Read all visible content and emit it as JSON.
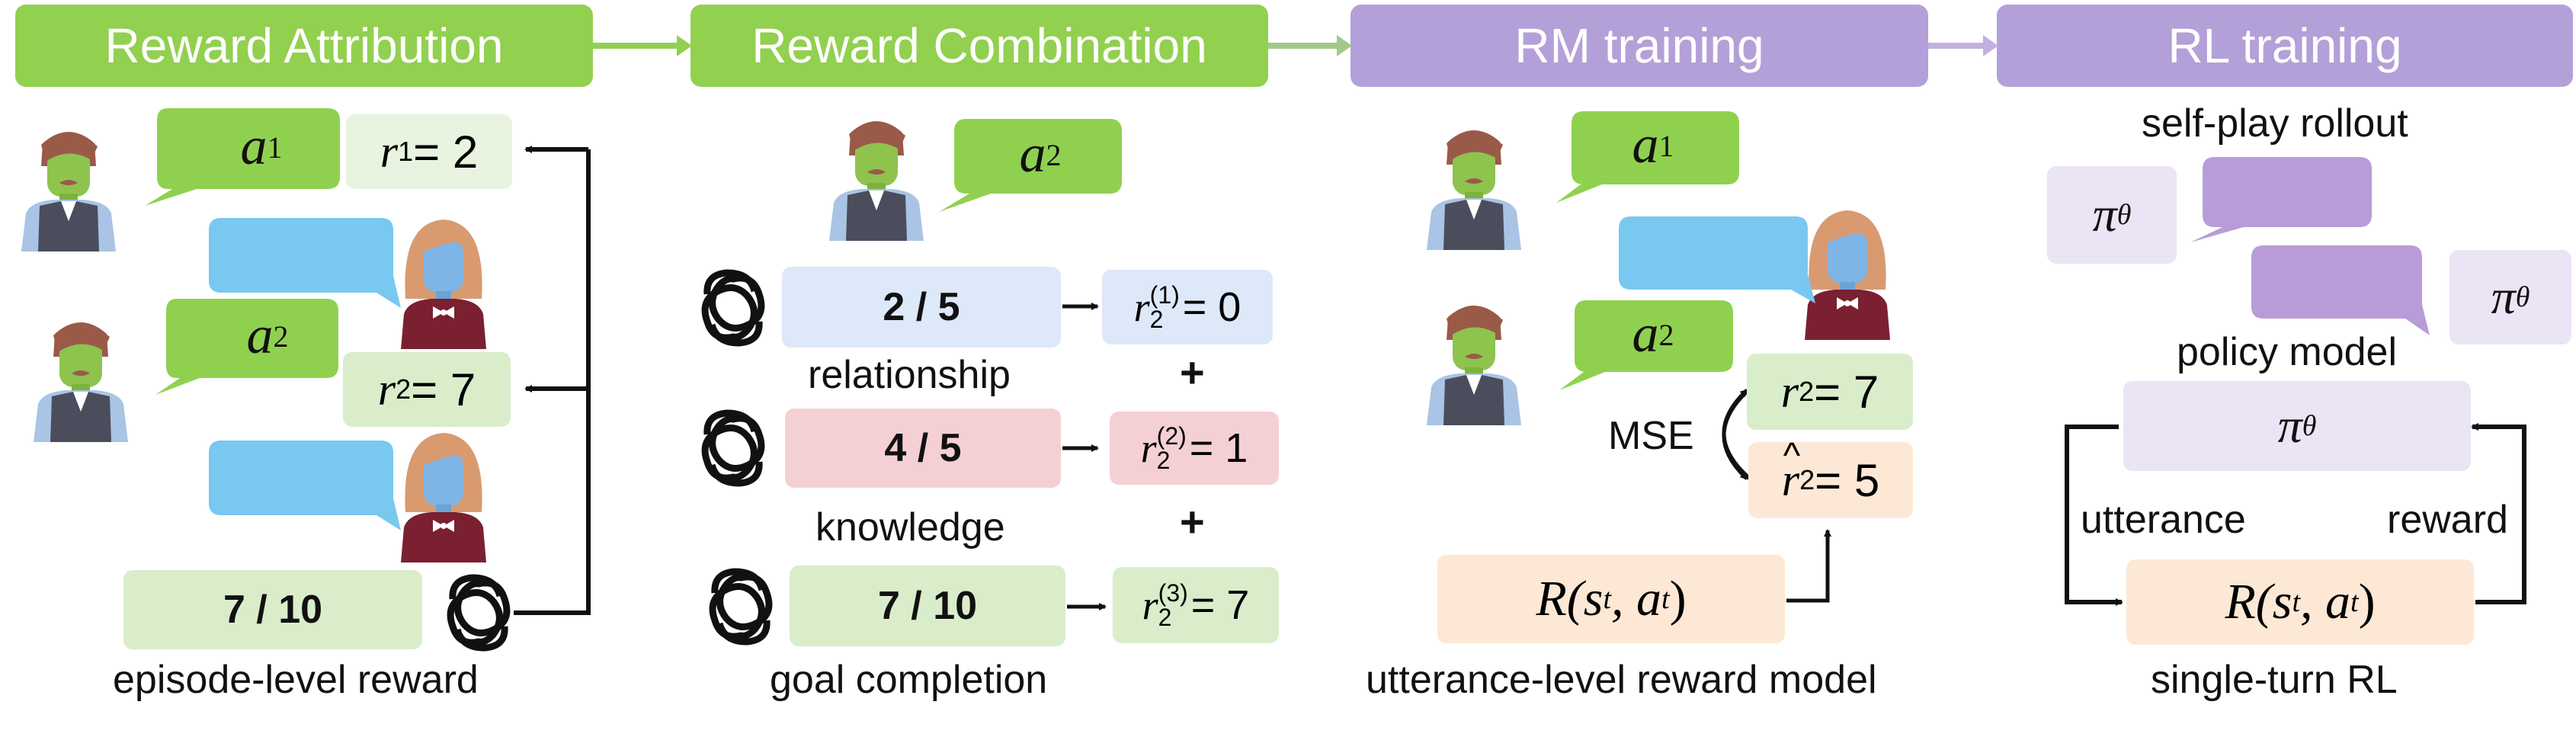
{
  "headers": {
    "reward_attribution": "Reward Attribution",
    "reward_combination": "Reward Combination",
    "rm_training": "RM training",
    "rl_training": "RL training"
  },
  "colors": {
    "green_header": "#92d050",
    "purple_header": "#b4a0d8",
    "green_light": "#e2f0d9",
    "green_bubble": "#8fd14f",
    "blue_bubble": "#78c8f0",
    "blue_light": "#dde8f8",
    "pink_light": "#f4d0d4",
    "orange_light": "#fde8d6",
    "purple_light": "#eae4f4",
    "purple_bubble": "#b89cd8"
  },
  "attribution": {
    "a1": "a",
    "a1_sub": "1",
    "a2": "a",
    "a2_sub": "2",
    "r1_var": "r",
    "r1_sub": "1",
    "r1_val": "= 2",
    "r2_var": "r",
    "r2_sub": "2",
    "r2_val": "= 7",
    "score": "7 / 10",
    "caption": "episode-level reward"
  },
  "combination": {
    "a2": "a",
    "a2_sub": "2",
    "rows": [
      {
        "score": "2 / 5",
        "label": "relationship",
        "r": "r",
        "sub": "2",
        "sup": "(1)",
        "val": "= 0"
      },
      {
        "score": "4 / 5",
        "label": "knowledge",
        "r": "r",
        "sub": "2",
        "sup": "(2)",
        "val": "= 1"
      },
      {
        "score": "7 / 10",
        "label": "goal completion",
        "r": "r",
        "sub": "2",
        "sup": "(3)",
        "val": "= 7"
      }
    ],
    "plus": "+"
  },
  "rm": {
    "a1": "a",
    "a1_sub": "1",
    "a2": "a",
    "a2_sub": "2",
    "r2_var": "r",
    "r2_sub": "2",
    "r2_val": "= 7",
    "rhat_var": "r",
    "rhat_sub": "2",
    "rhat_val": "= 5",
    "mse": "MSE",
    "model_formula": "R(s",
    "caption": "utterance-level reward model"
  },
  "rl": {
    "selfplay": "self-play rollout",
    "pi": "π",
    "pi_sub": "θ",
    "policy_model": "policy model",
    "utterance": "utterance",
    "reward": "reward",
    "caption": "single-turn RL"
  }
}
